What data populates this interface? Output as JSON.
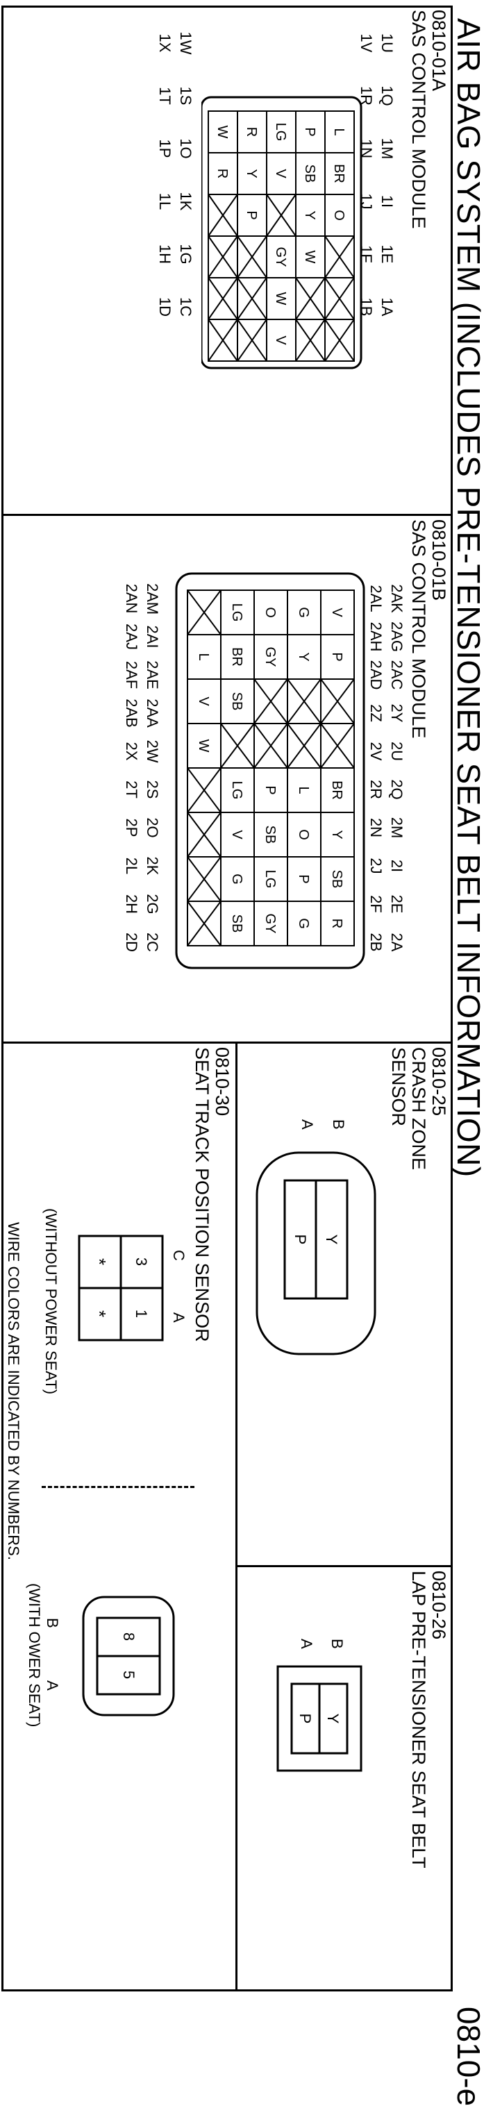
{
  "header": {
    "title": "AIR BAG SYSTEM (INCLUDES PRE-TENSIONER SEAT BELT INFORMATION)",
    "page_id": "0810-e"
  },
  "conn_01a": {
    "id": "0810-01A",
    "name": "SAS CONTROL MODULE",
    "top_pins": [
      "1U",
      "1Q",
      "1M",
      "1I",
      "1E",
      "1A"
    ],
    "mid_pins": [
      "1V",
      "1R",
      "1N",
      "1J",
      "1F",
      "1B"
    ],
    "bot1_pins": [
      "1W",
      "1S",
      "1O",
      "1K",
      "1G",
      "1C"
    ],
    "bot2_pins": [
      "1X",
      "1T",
      "1P",
      "1L",
      "1H",
      "1D"
    ],
    "grid": [
      [
        "L",
        "BR",
        "O",
        "",
        "",
        ""
      ],
      [
        "P",
        "SB",
        "Y",
        "W",
        "",
        ""
      ],
      [
        "LG",
        "V",
        "",
        "GY",
        "W",
        "V"
      ],
      [
        "R",
        "Y",
        "P",
        "",
        "",
        ""
      ],
      [
        "W",
        "R",
        "",
        "",
        "",
        ""
      ]
    ]
  },
  "conn_01b": {
    "id": "0810-01B",
    "name": "SAS CONTROL MODULE",
    "pins_row1": [
      "2AK",
      "2AG",
      "2AC",
      "2Y",
      "2U",
      "2Q",
      "2M",
      "2I",
      "2E",
      "2A"
    ],
    "pins_row2": [
      "2AL",
      "2AH",
      "2AD",
      "2Z",
      "2V",
      "2R",
      "2N",
      "2J",
      "2F",
      "2B"
    ],
    "pins_row3": [
      "2AM",
      "2AI",
      "2AE",
      "2AA",
      "2W",
      "2S",
      "2O",
      "2K",
      "2G",
      "2C"
    ],
    "pins_row4": [
      "2AN",
      "2AJ",
      "2AF",
      "2AB",
      "2X",
      "2T",
      "2P",
      "2L",
      "2H",
      "2D"
    ],
    "grid": [
      [
        "V",
        "P",
        "",
        "",
        "BR",
        "Y",
        "SB",
        "R"
      ],
      [
        "G",
        "Y",
        "",
        "",
        "L",
        "O",
        "P",
        "G"
      ],
      [
        "O",
        "GY",
        "",
        "",
        "P",
        "SB",
        "LG",
        "GY"
      ],
      [
        "LG",
        "BR",
        "SB",
        "",
        "LG",
        "V",
        "G",
        "SB"
      ],
      [
        "",
        "L",
        "V",
        "W",
        "",
        "",
        "",
        ""
      ]
    ]
  },
  "conn_25": {
    "id": "0810-25",
    "name_lines": [
      "CRASH ZONE",
      "SENSOR"
    ],
    "pin_b": "B",
    "pin_a": "A",
    "wire_b": "Y",
    "wire_a": "P"
  },
  "conn_26": {
    "id": "0810-26",
    "name": "LAP PRE-TENSIONER SEAT BELT",
    "pin_b": "B",
    "pin_a": "A",
    "wire_b": "Y",
    "wire_a": "P"
  },
  "conn_30": {
    "id": "0810-30",
    "name": "SEAT TRACK POSITION SENSOR",
    "pin_c": "C",
    "pin_a": "A",
    "cells": [
      "3",
      "1",
      "*",
      "*"
    ],
    "without_label": "(WITHOUT POWER SEAT)",
    "with_label": "(WITH OWER SEAT)",
    "right_b": "B",
    "right_a": "A",
    "right_cells": [
      "8",
      "5"
    ],
    "note": "WIRE COLORS ARE INDICATED BY NUMBERS."
  }
}
